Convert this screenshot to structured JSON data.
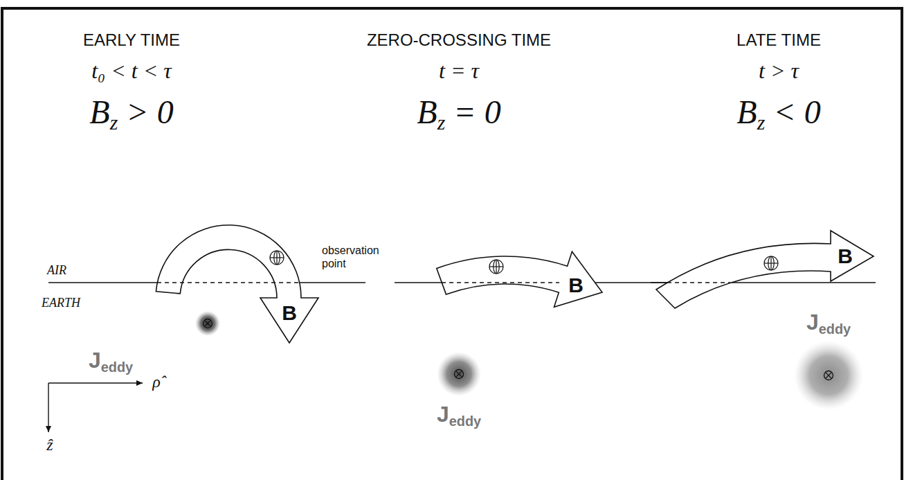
{
  "diagram": {
    "nodes": [
      {
        "text": [
          "B"
        ]
      },
      {
        "text": [
          "Jeddy"
        ]
      },
      {
        "text": [
          "B"
        ]
      },
      {
        "text": [
          "Jeddy"
        ]
      },
      {
        "text": [
          "B"
        ]
      },
      {
        "text": [
          "Jeddy"
        ]
      }
    ],
    "labels": [
      "EARLY TIME",
      "ZERO-CROSSING TIME",
      "LATE TIME",
      "t₀ < t < τ",
      "t = τ",
      "t > τ",
      "Bz > 0",
      "Bz = 0",
      "Bz < 0",
      "observation point",
      "AIR",
      "EARTH",
      "ρ̂",
      "ẑ"
    ]
  }
}
